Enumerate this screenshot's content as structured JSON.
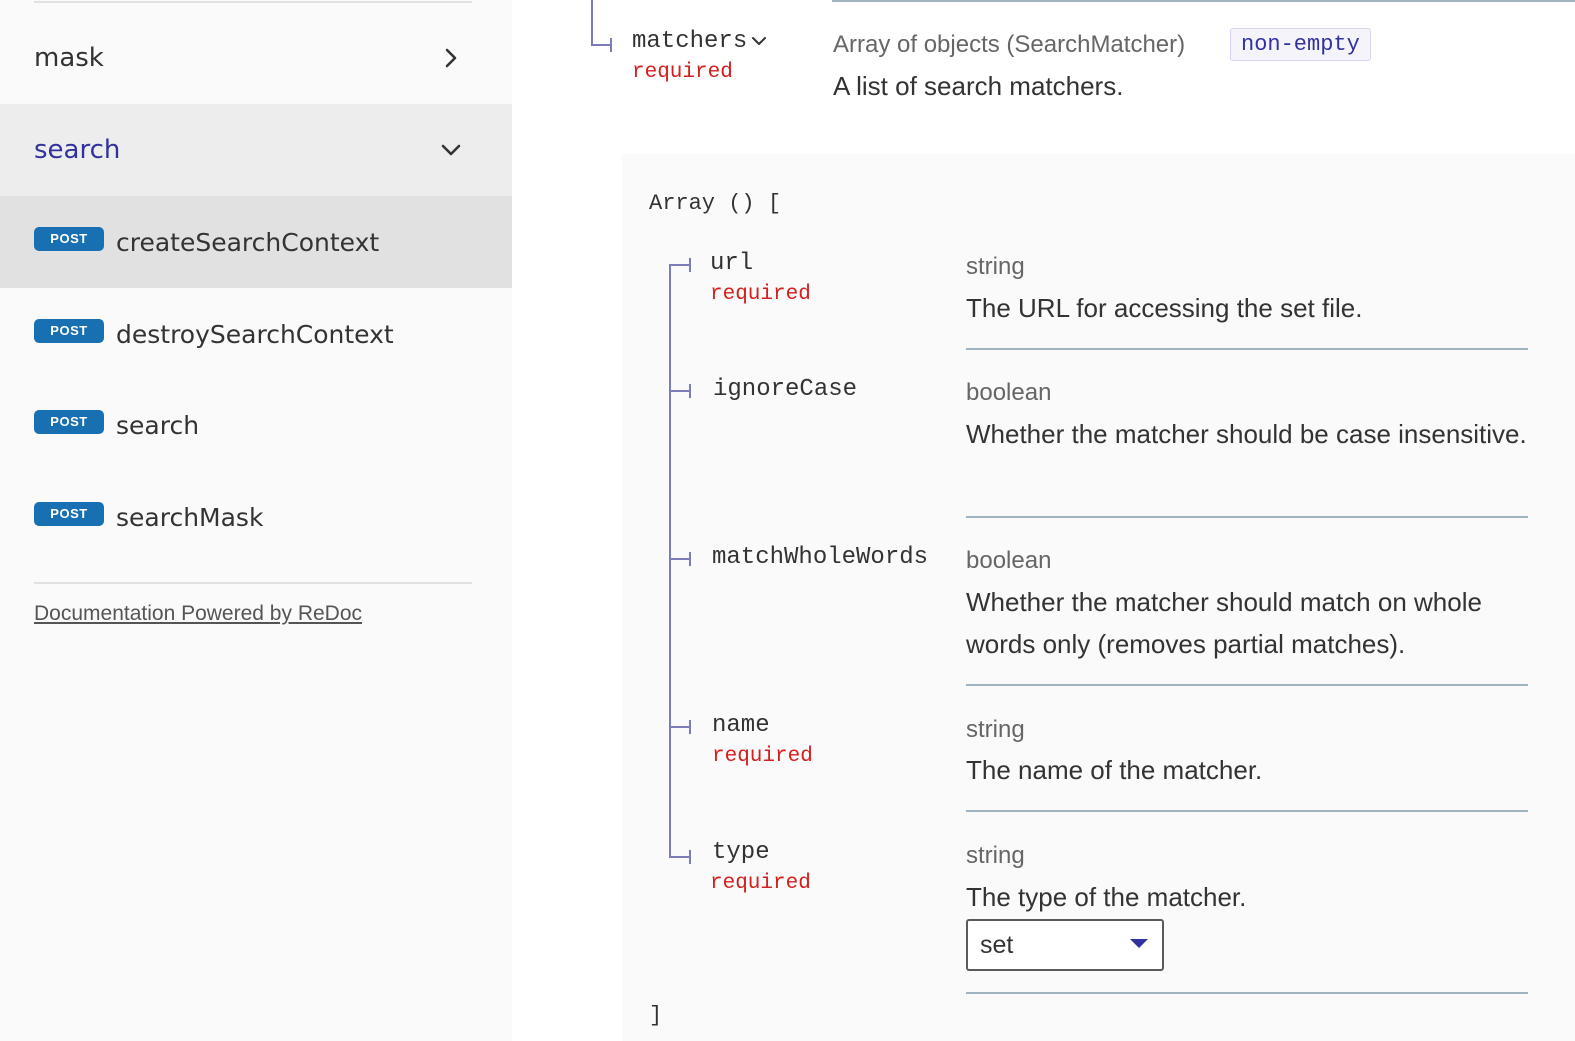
{
  "sidebar": {
    "groups": [
      {
        "label": "mask",
        "expanded": false
      },
      {
        "label": "search",
        "expanded": true
      }
    ],
    "operations": [
      {
        "method": "POST",
        "label": "createSearchContext",
        "active": true
      },
      {
        "method": "POST",
        "label": "destroySearchContext",
        "active": false
      },
      {
        "method": "POST",
        "label": "search",
        "active": false
      },
      {
        "method": "POST",
        "label": "searchMask",
        "active": false
      }
    ],
    "powered_by": "Documentation Powered by ReDoc"
  },
  "main": {
    "matchers": {
      "name": "matchers",
      "required_label": "required",
      "type": "Array of objects (SearchMatcher)",
      "constraint": "non-empty",
      "description": "A list of search matchers."
    },
    "array_open": "Array () [",
    "array_close": "]",
    "fields": [
      {
        "name": "url",
        "required_label": "required",
        "type": "string",
        "description": "The URL for accessing the set file."
      },
      {
        "name": "ignoreCase",
        "required_label": "",
        "type": "boolean",
        "description": "Whether the matcher should be case insensitive."
      },
      {
        "name": "matchWholeWords",
        "required_label": "",
        "type": "boolean",
        "description": "Whether the matcher should match on whole words only (removes partial matches)."
      },
      {
        "name": "name",
        "required_label": "required",
        "type": "string",
        "description": "The name of the matcher."
      },
      {
        "name": "type",
        "required_label": "required",
        "type": "string",
        "description": "The type of the matcher.",
        "select_value": "set"
      }
    ]
  },
  "colors": {
    "accent": "#32329f",
    "method_post": "#186fb1",
    "required": "#d41f1c",
    "tree_line": "#7c7cbb"
  },
  "icons": {
    "collapsed_group": "chevron-right-icon",
    "expanded_group": "chevron-down-icon",
    "select_caret": "caret-down-icon"
  }
}
